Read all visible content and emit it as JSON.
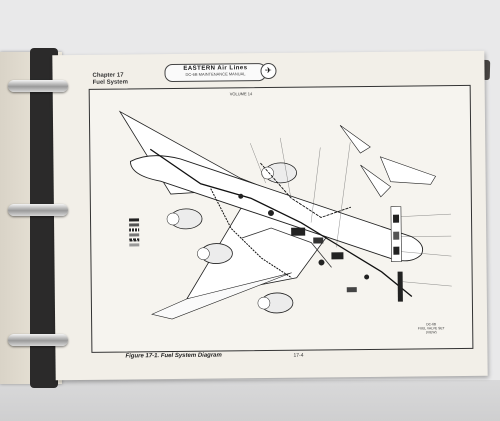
{
  "header": {
    "chapter": "Chapter 17",
    "section": "Fuel System",
    "brand": "EASTERN Air Lines",
    "manual": "DC-6B MAINTENANCE MANUAL"
  },
  "diagram": {
    "volume": "VOLUME 14",
    "figure_caption": "Figure 17-1. Fuel System Diagram",
    "page_number": "17-4",
    "inset_label": "DC-6B\nFUEL VALVE SET\n(VIEW)"
  },
  "colors": {
    "page": "#f2efe8",
    "ink": "#222222",
    "binder": "#2b2a2a"
  }
}
